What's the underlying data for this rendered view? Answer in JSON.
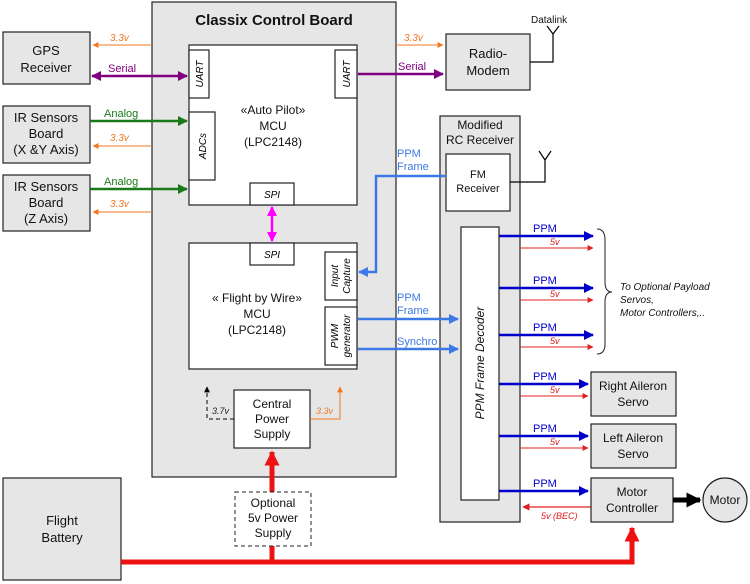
{
  "colors": {
    "power_3v3": "#f07820",
    "serial": "#800080",
    "analog": "#1a7a1a",
    "ppm_frame": "#3c78e6",
    "ppm_out": "#0000cc",
    "power_5v": "#e02020",
    "spi": "#ff00ff",
    "battery_line": "#ee1111"
  },
  "board": {
    "title": "Classix Control Board"
  },
  "gps": {
    "line1": "GPS",
    "line2": "Receiver"
  },
  "ir_xy": {
    "line1": "IR Sensors",
    "line2": "Board",
    "line3": "(X &Y Axis)"
  },
  "ir_z": {
    "line1": "IR Sensors",
    "line2": "Board",
    "line3": "(Z Axis)"
  },
  "radio": {
    "line1": "Radio-",
    "line2": "Modem",
    "antenna_label": "Datalink"
  },
  "autopilot": {
    "line1": "«Auto Pilot»",
    "line2": "MCU",
    "line3": "(LPC2148)",
    "uart_left": "UART",
    "uart_right": "UART",
    "adcs": "ADCs",
    "spi": "SPI"
  },
  "fbw": {
    "line1": "« Flight by Wire»",
    "line2": "MCU",
    "line3": "(LPC2148)",
    "spi": "SPI",
    "input_capture_1": "Input",
    "input_capture_2": "Capture",
    "pwm_1": "PWM",
    "pwm_2": "generator"
  },
  "power": {
    "line1": "Central",
    "line2": "Power",
    "line3": "Supply",
    "out_3v7": "3.7v",
    "out_3v3": "3.3v"
  },
  "optional_power": {
    "line1": "Optional",
    "line2": "5v Power",
    "line3": "Supply"
  },
  "battery": {
    "line1": "Flight",
    "line2": "Battery"
  },
  "rc_receiver": {
    "line1": "Modified",
    "line2": "RC Receiver",
    "fm1": "FM",
    "fm2": "Receiver",
    "decoder": "PPM Frame Decoder"
  },
  "right_aileron": {
    "line1": "Right Aileron",
    "line2": "Servo"
  },
  "left_aileron": {
    "line1": "Left Aileron",
    "line2": "Servo"
  },
  "motor_controller": {
    "line1": "Motor",
    "line2": "Controller"
  },
  "motor": {
    "label": "Motor"
  },
  "payload_note": {
    "line1": "To Optional Payload",
    "line2": "Servos,",
    "line3": "Motor Controllers,.."
  },
  "labels": {
    "v33": "3.3v",
    "serial": "Serial",
    "analog": "Analog",
    "ppm": "PPM",
    "frame": "Frame",
    "synchro": "Synchro",
    "v5": "5v",
    "v5_bec": "5v (BEC)"
  }
}
